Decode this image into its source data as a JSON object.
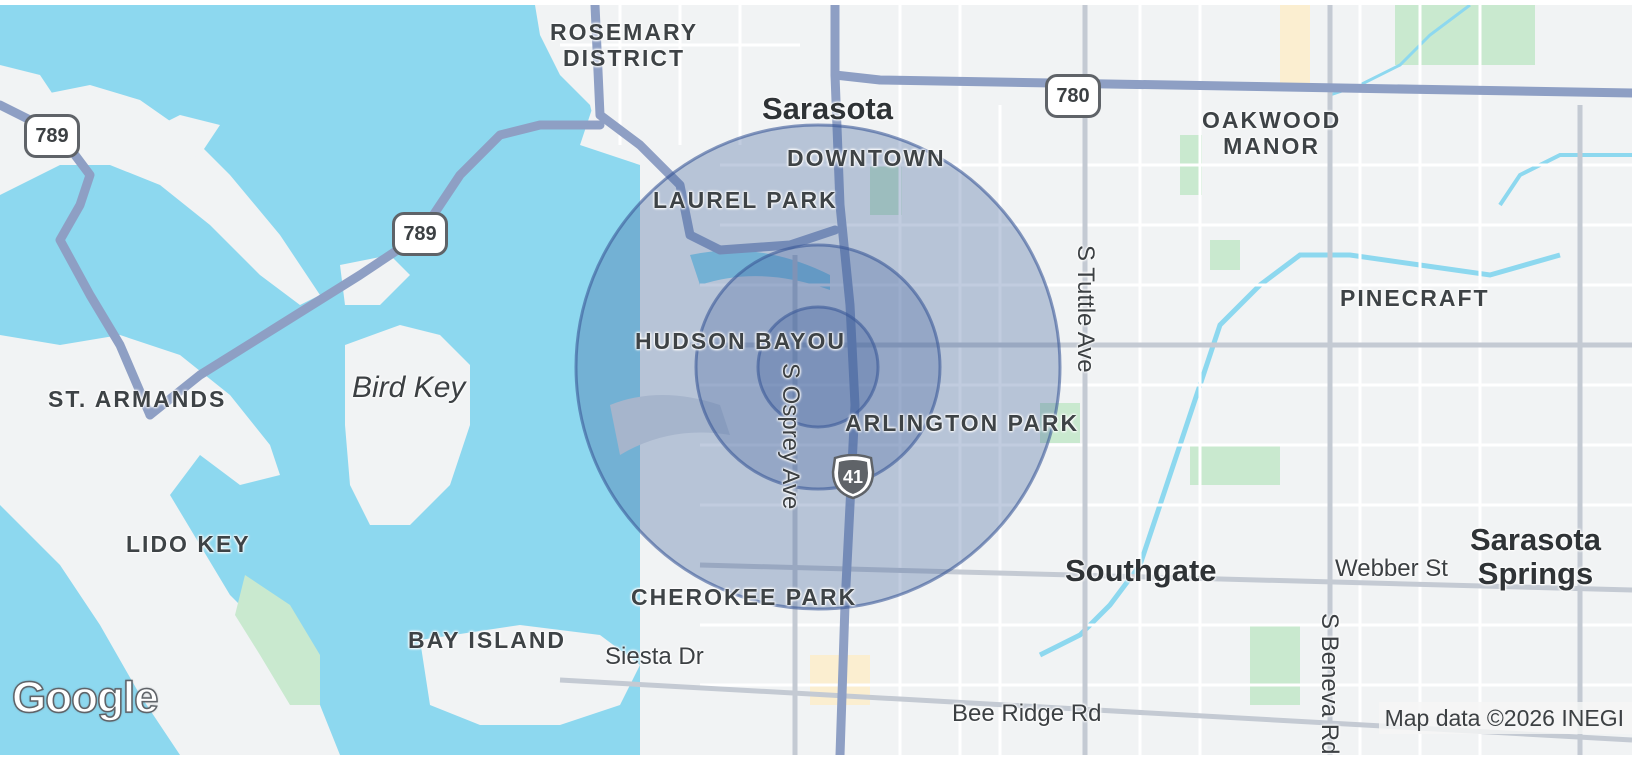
{
  "map": {
    "provider_logo": "Google",
    "attribution": "Map data ©2026 INEGI",
    "colors": {
      "water": "#8dd8ef",
      "land": "#f1f3f4",
      "highway": "#8e9fc4",
      "radius_fill": "#3e5f9c",
      "radius_stroke": "#3b5998",
      "park": "#c9e9cf"
    },
    "radius_rings": 3,
    "labels": {
      "rosemary_district": "ROSEMARY\nDISTRICT",
      "sarasota": "Sarasota",
      "downtown": "DOWNTOWN",
      "laurel_park": "LAUREL PARK",
      "oakwood_manor": "OAKWOOD\nMANOR",
      "pinecraft": "PINECRAFT",
      "hudson_bayou": "HUDSON BAYOU",
      "arlington_park": "ARLINGTON PARK",
      "st_armands": "ST. ARMANDS",
      "bird_key": "Bird Key",
      "lido_key": "LIDO KEY",
      "cherokee_park": "CHEROKEE PARK",
      "bay_island": "BAY ISLAND",
      "siesta_dr": "Siesta Dr",
      "southgate": "Southgate",
      "webber_st": "Webber St",
      "sarasota_springs": "Sarasota\nSprings",
      "s_tuttle_ave": "S Tuttle Ave",
      "s_osprey_ave": "S Osprey Ave",
      "s_beneva_rd": "S Beneva Rd",
      "bee_ridge_rd": "Bee Ridge Rd"
    },
    "shields": {
      "sr789_a": "789",
      "sr789_b": "789",
      "sr780": "780",
      "us41": "41"
    }
  }
}
